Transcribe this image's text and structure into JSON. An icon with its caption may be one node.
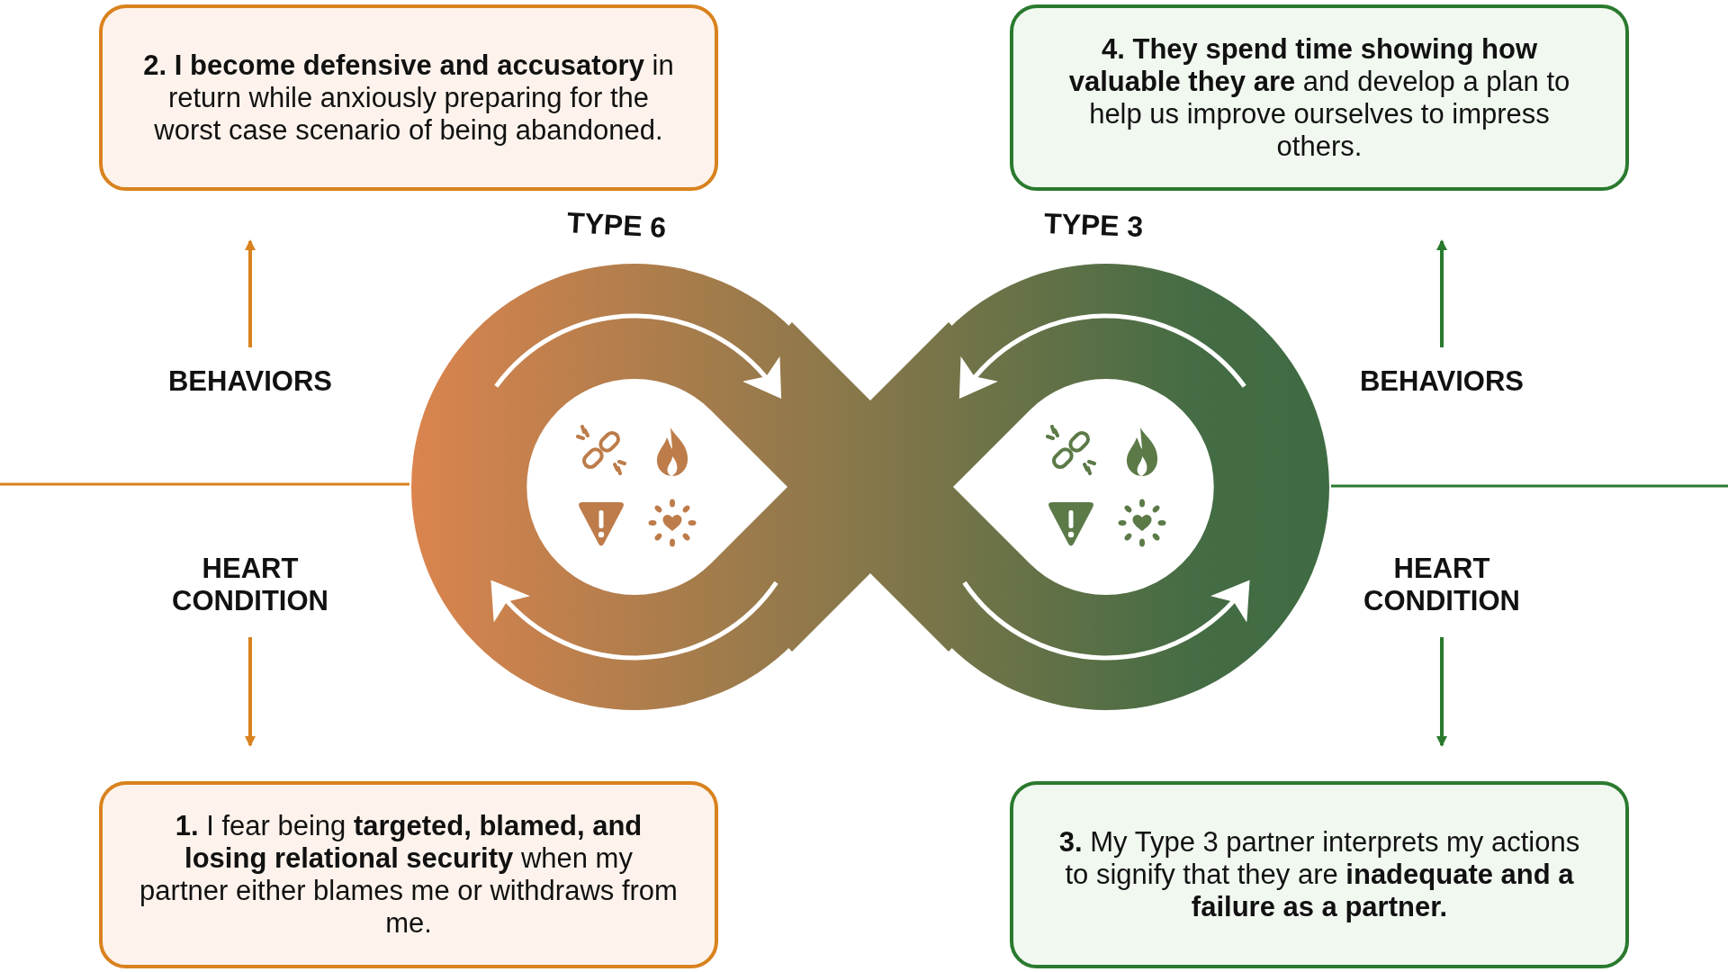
{
  "diagram": {
    "nodes": [
      {
        "text": [
          "**2. I become defensive and accusatory** in return while anxiously preparing for the worst case scenario of being abandoned."
        ]
      },
      {
        "text": [
          "**4. They spend time showing how valuable they are** and develop a plan to help us improve ourselves to impress others."
        ]
      },
      {
        "text": [
          "BEHAVIORS"
        ]
      },
      {
        "text": [
          "BEHAVIORS"
        ]
      },
      {
        "text": [
          "HEART CONDITION"
        ]
      },
      {
        "text": [
          "HEART CONDITION"
        ]
      },
      {
        "text": [
          "**1.** I fear being **targeted, blamed, and losing relational security** when my partner either blames me or withdraws from me."
        ]
      },
      {
        "text": [
          "**3.** My Type 3 partner interprets my actions to signify that they are **inadequate and a failure as a partner.**"
        ]
      }
    ],
    "edges": [
      {
        "from": 2,
        "to": 0,
        "arrow": "to",
        "color": "#d9821e"
      },
      {
        "from": 3,
        "to": 1,
        "arrow": "to",
        "color": "#2a7a2e"
      },
      {
        "from": 4,
        "to": 6,
        "arrow": "to",
        "color": "#d9821e"
      },
      {
        "from": 5,
        "to": 7,
        "arrow": "to",
        "color": "#2a7a2e"
      }
    ],
    "labels": [
      "TYPE 6",
      "TYPE 3"
    ]
  }
}
